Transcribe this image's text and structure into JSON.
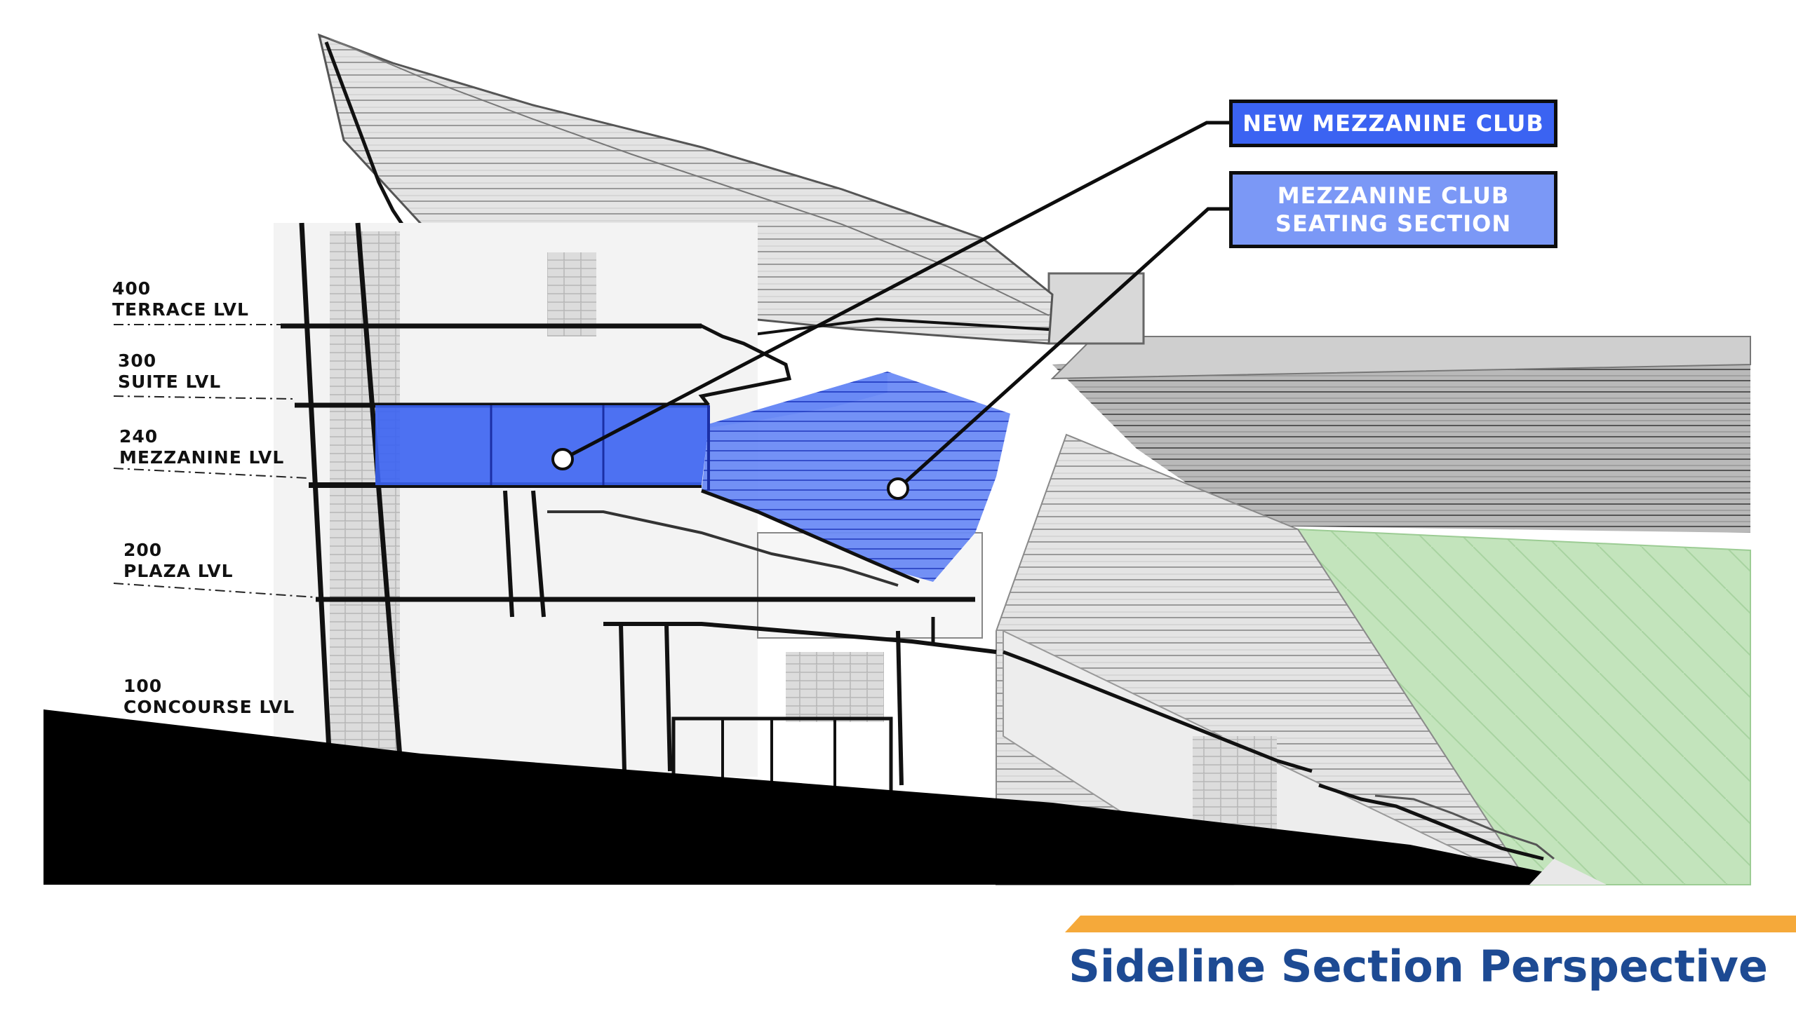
{
  "levels": [
    {
      "number": "400",
      "name": "TERRACE LVL"
    },
    {
      "number": "300",
      "name": "SUITE LVL"
    },
    {
      "number": "240",
      "name": "MEZZANINE LVL"
    },
    {
      "number": "200",
      "name": "PLAZA LVL"
    },
    {
      "number": "100",
      "name": "CONCOURSE LVL"
    }
  ],
  "callouts": {
    "club": "NEW MEZZANINE CLUB",
    "seating_line1": "MEZZANINE CLUB",
    "seating_line2": "SEATING SECTION"
  },
  "title": "Sideline Section Perspective",
  "colors": {
    "club_fill": "#3b63f2",
    "seating_fill": "#7b98f6",
    "title": "#1d4a93",
    "accent": "#f5a93a",
    "field": "#bfe3b8",
    "ground": "#000000"
  }
}
